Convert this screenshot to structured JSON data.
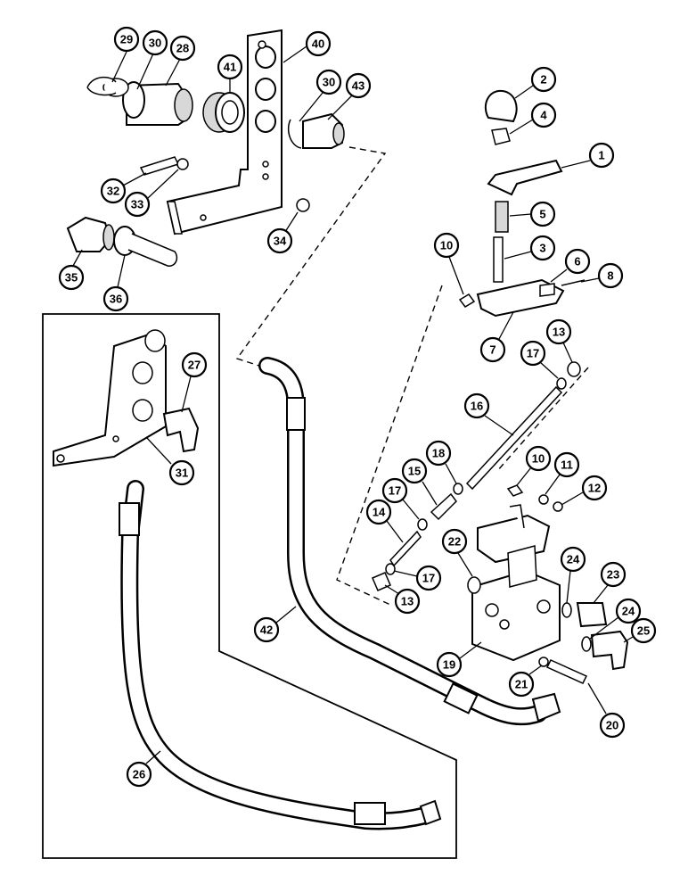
{
  "callouts": [
    {
      "id": "29",
      "label": "29"
    },
    {
      "id": "30a",
      "label": "30"
    },
    {
      "id": "28",
      "label": "28"
    },
    {
      "id": "40",
      "label": "40"
    },
    {
      "id": "41",
      "label": "41"
    },
    {
      "id": "30b",
      "label": "30"
    },
    {
      "id": "43",
      "label": "43"
    },
    {
      "id": "32",
      "label": "32"
    },
    {
      "id": "33",
      "label": "33"
    },
    {
      "id": "34",
      "label": "34"
    },
    {
      "id": "35",
      "label": "35"
    },
    {
      "id": "36",
      "label": "36"
    },
    {
      "id": "2",
      "label": "2"
    },
    {
      "id": "4",
      "label": "4"
    },
    {
      "id": "1",
      "label": "1"
    },
    {
      "id": "5",
      "label": "5"
    },
    {
      "id": "3",
      "label": "3"
    },
    {
      "id": "10a",
      "label": "10"
    },
    {
      "id": "6",
      "label": "6"
    },
    {
      "id": "8",
      "label": "8"
    },
    {
      "id": "7",
      "label": "7"
    },
    {
      "id": "13a",
      "label": "13"
    },
    {
      "id": "17a",
      "label": "17"
    },
    {
      "id": "16",
      "label": "16"
    },
    {
      "id": "27",
      "label": "27"
    },
    {
      "id": "31",
      "label": "31"
    },
    {
      "id": "18",
      "label": "18"
    },
    {
      "id": "10b",
      "label": "10"
    },
    {
      "id": "11",
      "label": "11"
    },
    {
      "id": "12",
      "label": "12"
    },
    {
      "id": "15",
      "label": "15"
    },
    {
      "id": "17b",
      "label": "17"
    },
    {
      "id": "14",
      "label": "14"
    },
    {
      "id": "22",
      "label": "22"
    },
    {
      "id": "24a",
      "label": "24"
    },
    {
      "id": "23",
      "label": "23"
    },
    {
      "id": "17c",
      "label": "17"
    },
    {
      "id": "13b",
      "label": "13"
    },
    {
      "id": "24b",
      "label": "24"
    },
    {
      "id": "25",
      "label": "25"
    },
    {
      "id": "42",
      "label": "42"
    },
    {
      "id": "19",
      "label": "19"
    },
    {
      "id": "21",
      "label": "21"
    },
    {
      "id": "20",
      "label": "20"
    },
    {
      "id": "26",
      "label": "26"
    }
  ]
}
